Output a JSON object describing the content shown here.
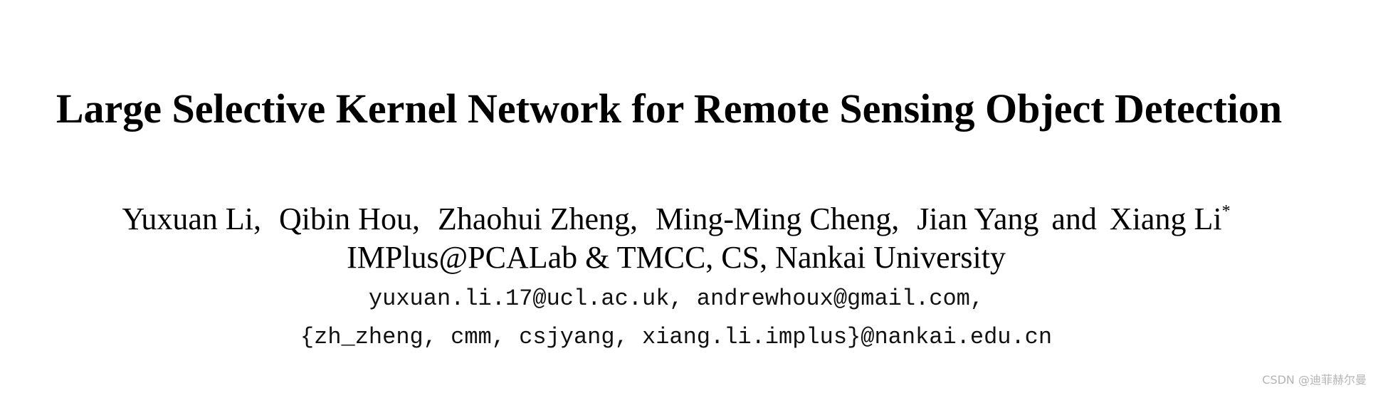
{
  "paper": {
    "title": "Large Selective Kernel Network for Remote Sensing Object Detection",
    "authors": [
      "Yuxuan Li,",
      "Qibin Hou,",
      "Zhaohui Zheng,",
      "Ming-Ming Cheng,",
      "Jian Yang",
      "and",
      "Xiang Li"
    ],
    "corresponding_mark": "*",
    "affiliation": "IMPlus@PCALab & TMCC, CS, Nankai University",
    "emails": [
      "yuxuan.li.17@ucl.ac.uk, andrewhoux@gmail.com,",
      "{zh_zheng, cmm, csjyang, xiang.li.implus}@nankai.edu.cn"
    ]
  },
  "watermark": "CSDN @迪菲赫尔曼"
}
